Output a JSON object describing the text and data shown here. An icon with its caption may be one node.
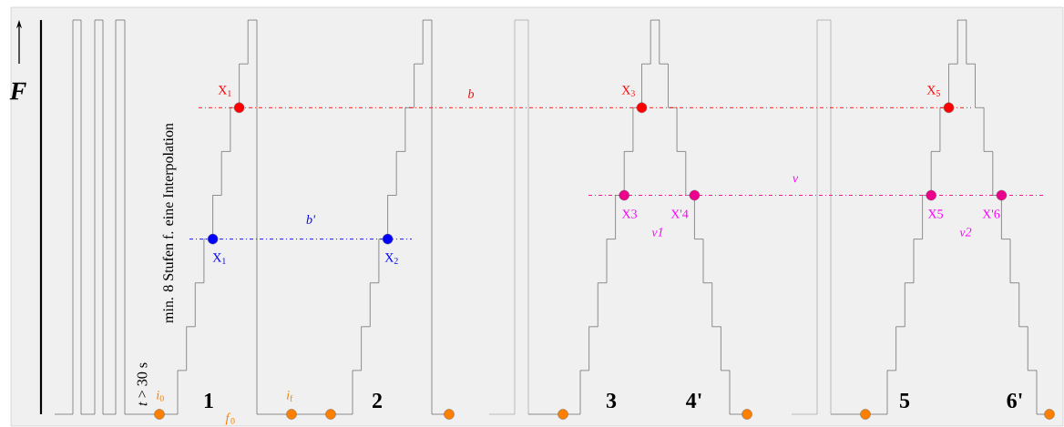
{
  "diagram": {
    "labels": [
      "F",
      "X$_{1}$",
      "b",
      "X$_{3}$",
      "X$_{5}$",
      "v",
      "b'",
      "X$_{1}$",
      "X$_{2}$",
      "X3",
      "X'4",
      "v1",
      "X5",
      "X'6",
      "v2",
      "min. 8 Stufen f. eine Interpolation",
      "*t* > 30 s",
      "*i*$_{0}$",
      "1",
      "*i*$_{f}$",
      "2",
      "3",
      "4'",
      "5",
      "6'",
      "*f*$_{0}$"
    ]
  }
}
